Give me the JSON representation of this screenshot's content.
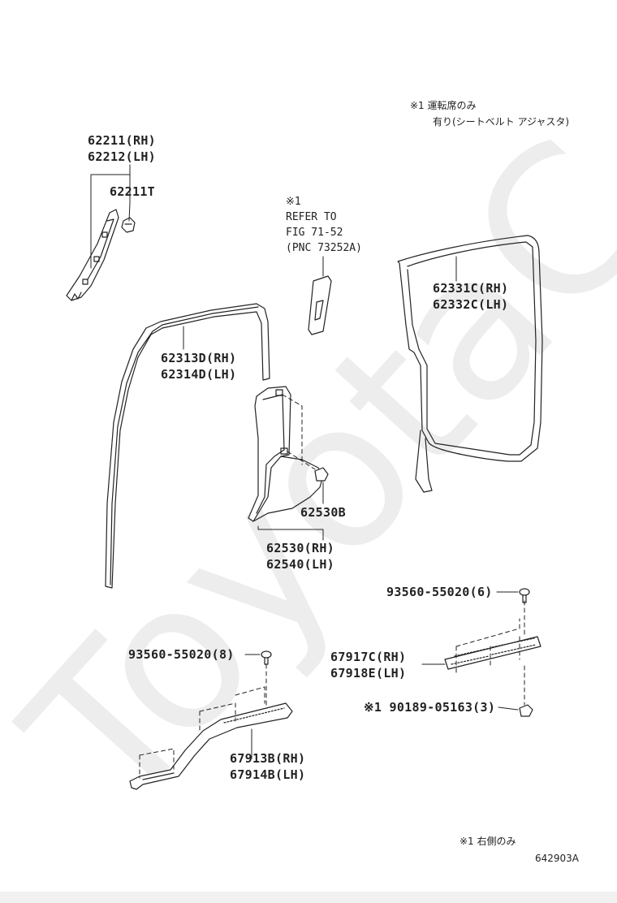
{
  "notes": {
    "top_note_line1": "※1 運転席のみ",
    "top_note_line2": "有り(シートベルト アジャスタ)",
    "bottom_note": "※1 右側のみ",
    "diagram_code": "642903A"
  },
  "watermark": "ToyotaC",
  "refer": {
    "mark": "※1",
    "line1": "REFER TO",
    "line2": "FIG 71-52",
    "line3": "(PNC 73252A)"
  },
  "labels": {
    "p62211": "62211(RH)",
    "p62212": "62212(LH)",
    "p62211T": "62211T",
    "p62331C": "62331C(RH)",
    "p62332C": "62332C(LH)",
    "p62313D": "62313D(RH)",
    "p62314D": "62314D(LH)",
    "p62530B": "62530B",
    "p62530": "62530(RH)",
    "p62540": "62540(LH)",
    "p93560_6": "93560-55020(6)",
    "p67917C": "67917C(RH)",
    "p67918E": "67918E(LH)",
    "p90189": "※1 90189-05163(3)",
    "p93560_8": "93560-55020(8)",
    "p67913B": "67913B(RH)",
    "p67914B": "67914B(LH)"
  }
}
